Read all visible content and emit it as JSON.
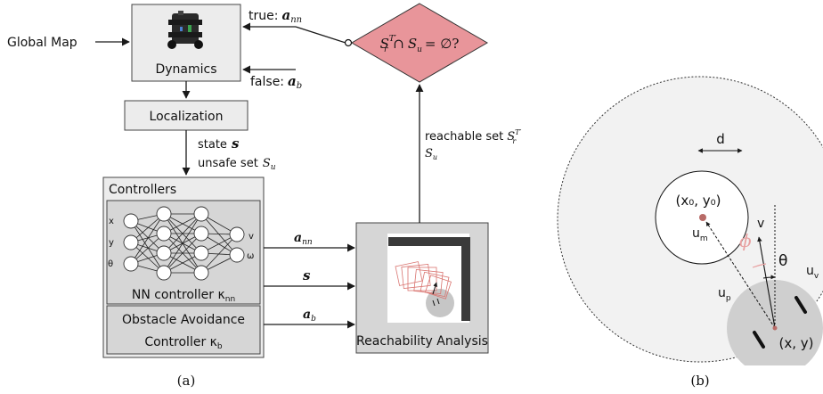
{
  "panel_a": {
    "caption": "(a)",
    "global_map": "Global Map",
    "dynamics": "Dynamics",
    "true_label": "true:",
    "true_var": "a",
    "true_sub": "nn",
    "false_label": "false:",
    "false_var": "a",
    "false_sub": "b",
    "condition": {
      "s": "S",
      "sup": "T′",
      "sub_r": "r",
      "cap": "∩",
      "s2": "S",
      "sub_u": "u",
      "rest": "= ∅?"
    },
    "localization": "Localization",
    "state_label": "state",
    "state_var": "s",
    "unsafe_label": "unsafe set",
    "unsafe_var": "S",
    "unsafe_sub": "u",
    "reachable_label": "reachable set",
    "reachable_var": "S",
    "reachable_sup": "T′",
    "reachable_sub": "r",
    "su_var": "S",
    "su_sub": "u",
    "controllers": "Controllers",
    "nn_inputs": [
      "x",
      "y",
      "θ"
    ],
    "nn_outputs": [
      "v",
      "ω"
    ],
    "nn_controller": "NN controller κ",
    "nn_controller_sub": "nn",
    "obstacle_line1": "Obstacle Avoidance",
    "obstacle_line2": "Controller κ",
    "obstacle_sub": "b",
    "arrow_ann_var": "a",
    "arrow_ann_sub": "nn",
    "arrow_s": "s",
    "arrow_ab_var": "a",
    "arrow_ab_sub": "b",
    "reachability": "Reachability Analysis"
  },
  "panel_b": {
    "caption": "(b)",
    "d": "d",
    "center": "(x₀, y₀)",
    "u_m": "u",
    "u_m_sub": "m",
    "v": "v",
    "phi": "ϕ",
    "theta": "θ",
    "u_p": "u",
    "u_p_sub": "p",
    "u_v": "u",
    "u_v_sub": "v",
    "robot": "(x, y)"
  },
  "colors": {
    "condition_fill": "#e8959a",
    "reach_red": "#d9736f",
    "phi_color": "#e8a0a0",
    "center_dot": "#b86b67"
  }
}
